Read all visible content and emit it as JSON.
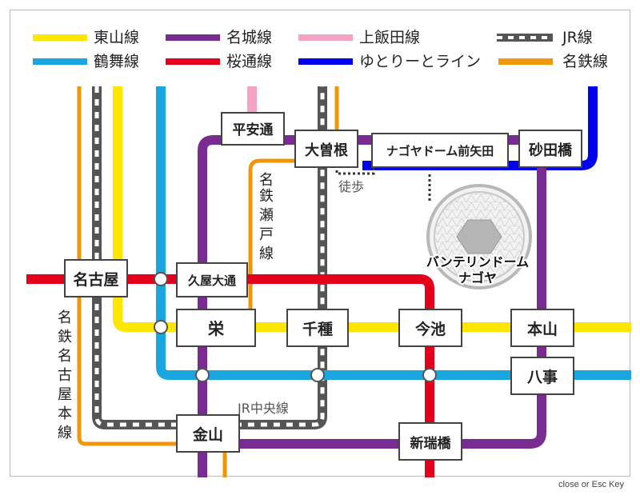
{
  "legend": [
    {
      "id": "higashiyama",
      "label": "東山線",
      "color": "#ffe600"
    },
    {
      "id": "meijo",
      "label": "名城線",
      "color": "#7a2b91"
    },
    {
      "id": "kamiiida",
      "label": "上飯田線",
      "color": "#f4a3c4"
    },
    {
      "id": "jr",
      "label": "JR線",
      "color": "#777777"
    },
    {
      "id": "tsurumai",
      "label": "鶴舞線",
      "color": "#1aa7e0"
    },
    {
      "id": "sakuradori",
      "label": "桜通線",
      "color": "#e2001a"
    },
    {
      "id": "yutorito",
      "label": "ゆとりーとライン",
      "color": "#0000ee"
    },
    {
      "id": "meitetsu",
      "label": "名鉄線",
      "color": "#f0960a"
    }
  ],
  "stations": {
    "heian_dori": "平安通",
    "ozone": "大曽根",
    "nagoya_dome_mae_yada": "ナゴヤドーム前矢田",
    "sunadabashi": "砂田橋",
    "nagoya": "名古屋",
    "hisaya_odori": "久屋大通",
    "sakae": "栄",
    "chikusa": "千種",
    "imaike": "今池",
    "motoyama": "本山",
    "yagoto": "八事",
    "kanayama": "金山",
    "aratamabashi": "新瑞橋"
  },
  "labels": {
    "walk": "徒歩",
    "seto_line": "名鉄瀬戸線",
    "jr_chuo_line": "JR中央線",
    "meitetsu_nagoya_main": "名鉄名古屋本線",
    "dome_line1": "バンテリンドーム",
    "dome_line2": "ナゴヤ"
  },
  "footer": {
    "close": "close",
    "or": " or ",
    "esc": "Esc Key"
  }
}
